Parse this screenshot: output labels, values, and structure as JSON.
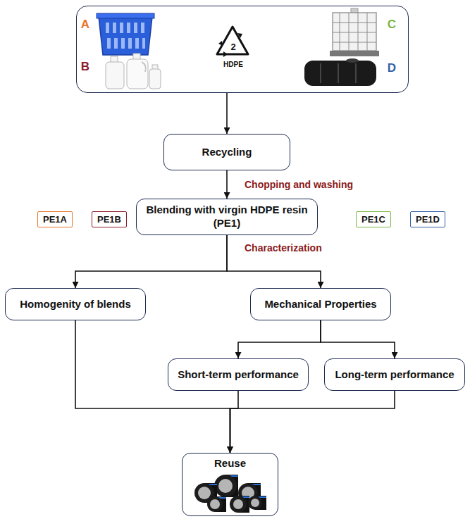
{
  "diagram": {
    "nodes": [
      {
        "text": [
          "A",
          "B",
          "C",
          "D",
          "2",
          "HDPE"
        ]
      },
      {
        "text": [
          "Recycling"
        ]
      },
      {
        "text": [
          "PE1A"
        ]
      },
      {
        "text": [
          "PE1B"
        ]
      },
      {
        "text": [
          "Blending with virgin HDPE resin (PE1)"
        ]
      },
      {
        "text": [
          "PE1C"
        ]
      },
      {
        "text": [
          "PE1D"
        ]
      },
      {
        "text": [
          "Homogenity of blends"
        ]
      },
      {
        "text": [
          "Mechanical Properties"
        ]
      },
      {
        "text": [
          "Short-term performance"
        ]
      },
      {
        "text": [
          "Long-term performance"
        ]
      },
      {
        "text": [
          "Reuse"
        ]
      }
    ],
    "edges": [
      {
        "from": 0,
        "to": 1,
        "arrow": "to"
      },
      {
        "from": 1,
        "to": 4,
        "arrow": "to"
      },
      {
        "from": 4,
        "to": 7,
        "arrow": "to"
      },
      {
        "from": 4,
        "to": 8,
        "arrow": "to"
      },
      {
        "from": 8,
        "to": 9,
        "arrow": "to"
      },
      {
        "from": 8,
        "to": 10,
        "arrow": "to"
      },
      {
        "from": 7,
        "to": 11,
        "arrow": "to"
      },
      {
        "from": 9,
        "to": 11,
        "arrow": "to"
      },
      {
        "from": 10,
        "to": 11,
        "arrow": "to"
      }
    ],
    "labels": [
      "Chopping and washing",
      "Characterization"
    ]
  }
}
